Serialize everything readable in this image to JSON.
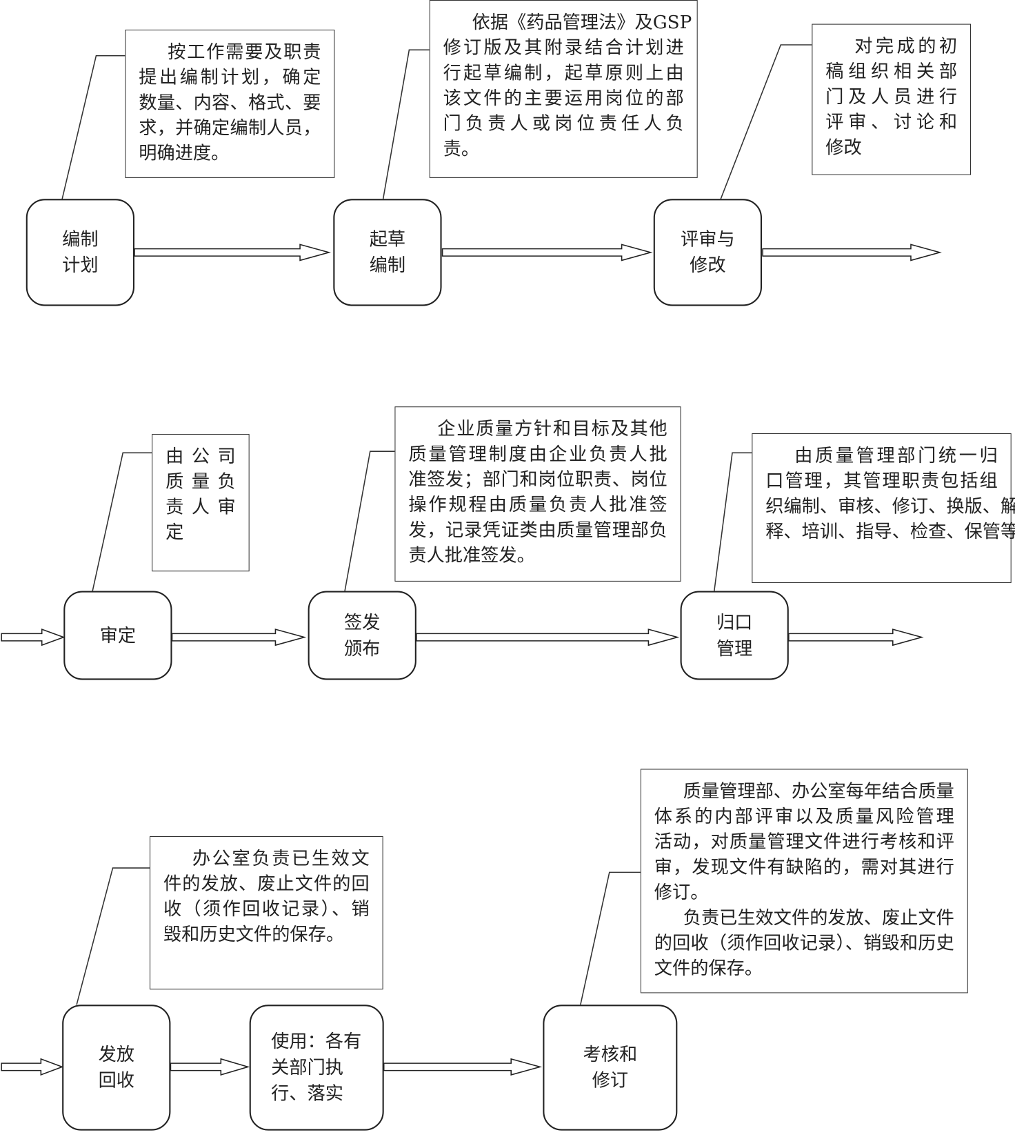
{
  "steps": [
    {
      "lines": [
        "编制",
        "计划"
      ]
    },
    {
      "lines": [
        "起草",
        "编制"
      ]
    },
    {
      "lines": [
        "评审与",
        "修改"
      ]
    },
    {
      "lines": [
        "审定"
      ]
    },
    {
      "lines": [
        "签发",
        "颁布"
      ]
    },
    {
      "lines": [
        "归口",
        "管理"
      ]
    },
    {
      "lines": [
        "发放",
        "回收"
      ]
    },
    {
      "lines": [
        "使用：各有",
        "关部门执",
        "行、落实"
      ]
    },
    {
      "lines": [
        "考核和",
        "修订"
      ]
    }
  ],
  "notes": [
    {
      "lines": [
        "按工作需要及职责",
        "提出编制计划，确定",
        "数量、内容、格式、要",
        "求，并确定编制人员，",
        "明确进度。"
      ]
    },
    {
      "lines": [
        "依据《药品管理法》及GSP",
        "修订版及其附录结合计划进",
        "行起草编制，起草原则上由",
        "该文件的主要运用岗位的部",
        "门负责人或岗位责任人负",
        "责。"
      ]
    },
    {
      "lines": [
        "对完成的初",
        "稿组织相关部",
        "门及人员进行",
        "评审、讨论和",
        "修改"
      ]
    },
    {
      "lines": [
        "由公司",
        "质量负",
        "责人审",
        "定"
      ]
    },
    {
      "lines": [
        "企业质量方针和目标及其他",
        "质量管理制度由企业负责人批",
        "准签发；部门和岗位职责、岗位",
        "操作规程由质量负责人批准签",
        "发，记录凭证类由质量管理部负",
        "责人批准签发。"
      ]
    },
    {
      "lines": [
        "由质量管理部门统一归",
        "口管理，其管理职责包括组",
        "织编制、审核、修订、换版、解",
        "释、培训、指导、检查、保管等；"
      ]
    },
    {
      "lines": [
        "办公室负责已生效文",
        "件的发放、废止文件的回",
        "收（须作回收记录）、销",
        "毁和历史文件的保存。"
      ]
    },
    {
      "lines": [
        "质量管理部、办公室每年结合质量",
        "体系的内部评审以及质量风险管理",
        "活动，对质量管理文件进行考核和评",
        "审，发现文件有缺陷的，需对其进行",
        "修订。",
        "负责已生效文件的发放、废止文件",
        "的回收（须作回收记录）、销毁和历史",
        "文件的保存。"
      ]
    }
  ]
}
